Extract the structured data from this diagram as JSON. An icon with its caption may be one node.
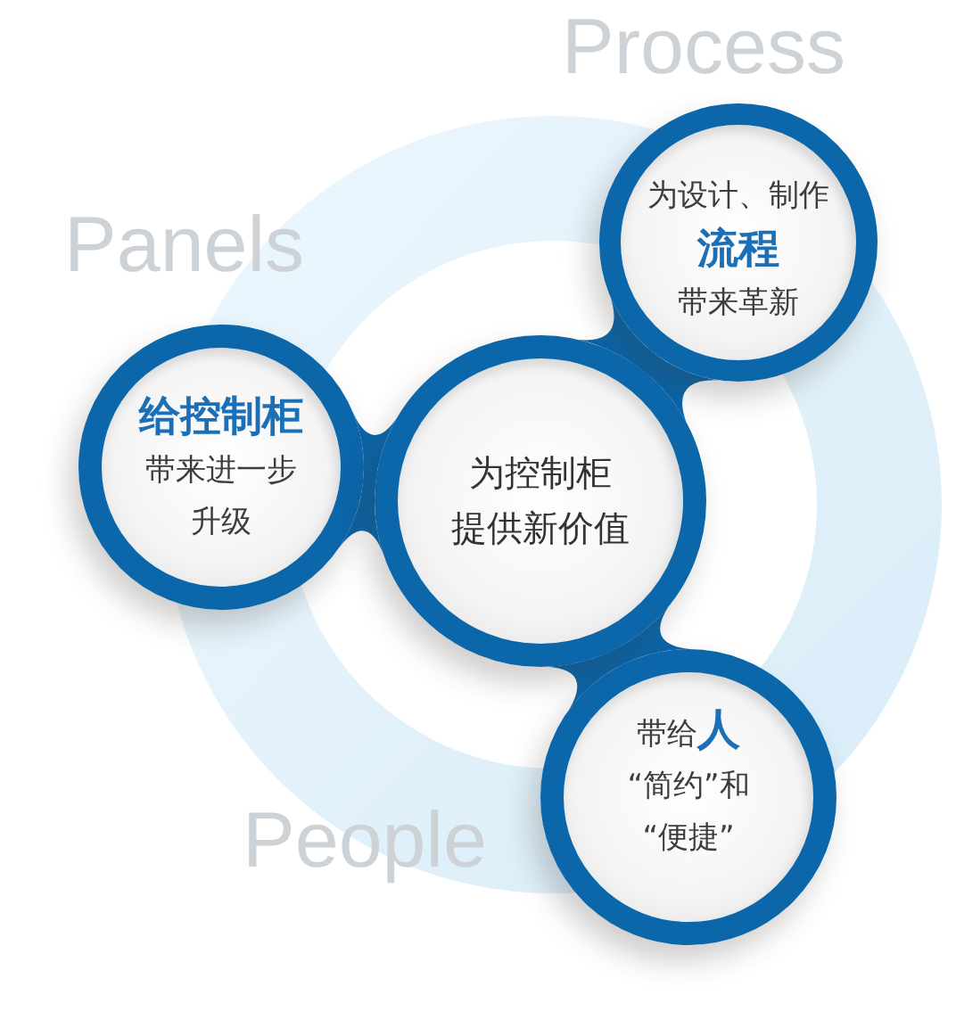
{
  "diagram": {
    "nodes": [
      {
        "text": [
          "为设计、制作",
          "流程",
          "带来革新"
        ],
        "beside": [
          "Process"
        ]
      },
      {
        "text": [
          "给控制柜",
          "带来进一步升级"
        ],
        "beside": [
          "Panels"
        ]
      },
      {
        "text": [
          "为控制柜提供新价值"
        ]
      },
      {
        "text": [
          "带给**人**",
          "“简约”和“便捷”"
        ],
        "beside": [
          "People"
        ]
      }
    ],
    "edges": [
      {
        "from": 2,
        "to": 0,
        "arrow": "none"
      },
      {
        "from": 2,
        "to": 1,
        "arrow": "none"
      },
      {
        "from": 2,
        "to": 3,
        "arrow": "none"
      }
    ]
  }
}
